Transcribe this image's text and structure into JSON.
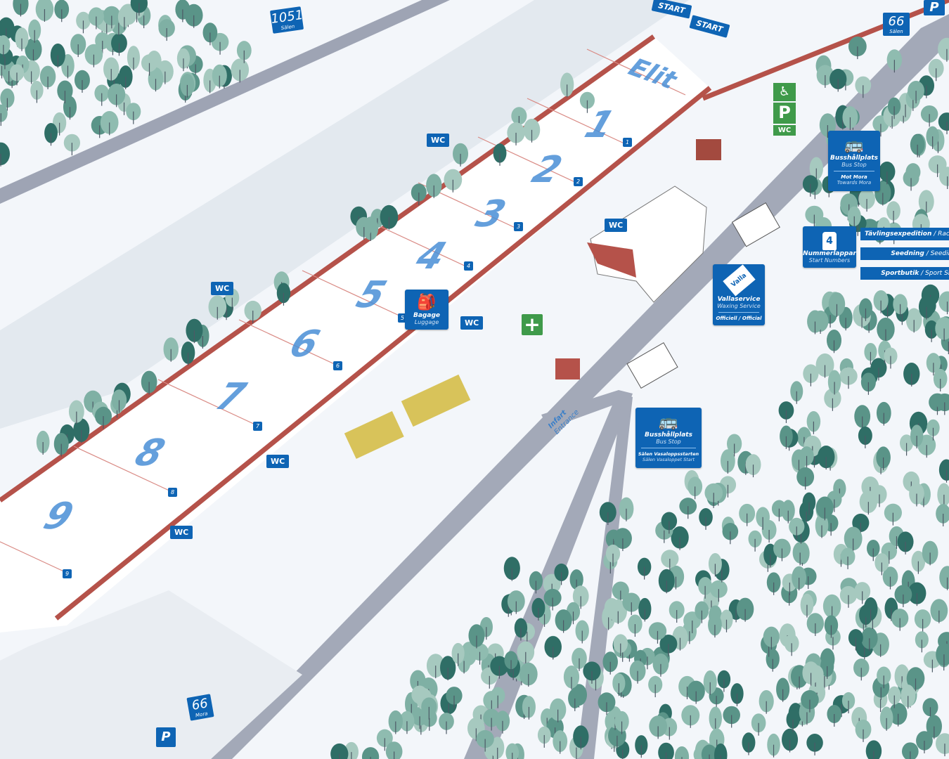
{
  "colors": {
    "snow": "#f3f6fa",
    "road": "#9ea4b4",
    "fence": "#b5524a",
    "sign": "#0e64b4",
    "tree_light": "#8fbcb0",
    "tree_dark": "#2f6e66",
    "green": "#3f9a4a",
    "pen_number": "#4a8fd6"
  },
  "start_gates": [
    "START",
    "START"
  ],
  "elite_label": "Elit",
  "pens": [
    "1",
    "2",
    "3",
    "4",
    "5",
    "6",
    "7",
    "8",
    "9"
  ],
  "pen_posts": [
    "1",
    "2",
    "3",
    "4",
    "5",
    "6",
    "7",
    "8",
    "9"
  ],
  "wc_label": "WC",
  "road_signs": {
    "top_left": {
      "number": "1051",
      "place": "Sälen"
    },
    "top_right": {
      "number": "66",
      "place": "Sälen"
    },
    "bottom_left": {
      "number": "66",
      "place": "Mora"
    }
  },
  "parking": {
    "label": "P"
  },
  "accessible_parking": {
    "icon": "wheelchair-icon",
    "parking": "P",
    "wc": "WC"
  },
  "luggage": {
    "icon": "backpack-icon",
    "title": "Bagage",
    "subtitle": "Luggage"
  },
  "bus_stop_mora": {
    "icon": "bus-icon",
    "title": "Busshållplats",
    "subtitle": "Bus Stop",
    "dir_title": "Mot Mora",
    "dir_subtitle": "Towards Mora"
  },
  "bus_stop_start": {
    "icon": "bus-icon",
    "title": "Busshållplats",
    "subtitle": "Bus Stop",
    "dir_title": "Sälen Vasaloppsstarten",
    "dir_subtitle": "Sälen Vasaloppet Start"
  },
  "start_numbers": {
    "icon": "bib-icon",
    "number": "4",
    "title": "Nummerlappar",
    "subtitle": "Start Numbers"
  },
  "service_bars": [
    {
      "title": "Tävlingsexpedition",
      "subtitle": "/ Race O"
    },
    {
      "title": "Seedning",
      "subtitle": "/ Seeding"
    },
    {
      "title": "Sportbutik",
      "subtitle": "/ Sport Sho"
    }
  ],
  "waxing": {
    "icon": "wax-tube-icon",
    "tube_text": "Valla",
    "title": "Vallaservice",
    "subtitle": "Waxing Service",
    "note": "Officiell / Official"
  },
  "first_aid": {
    "icon": "first-aid-cross-icon"
  },
  "entrance": {
    "title": "Infart",
    "subtitle": "Entrance"
  }
}
